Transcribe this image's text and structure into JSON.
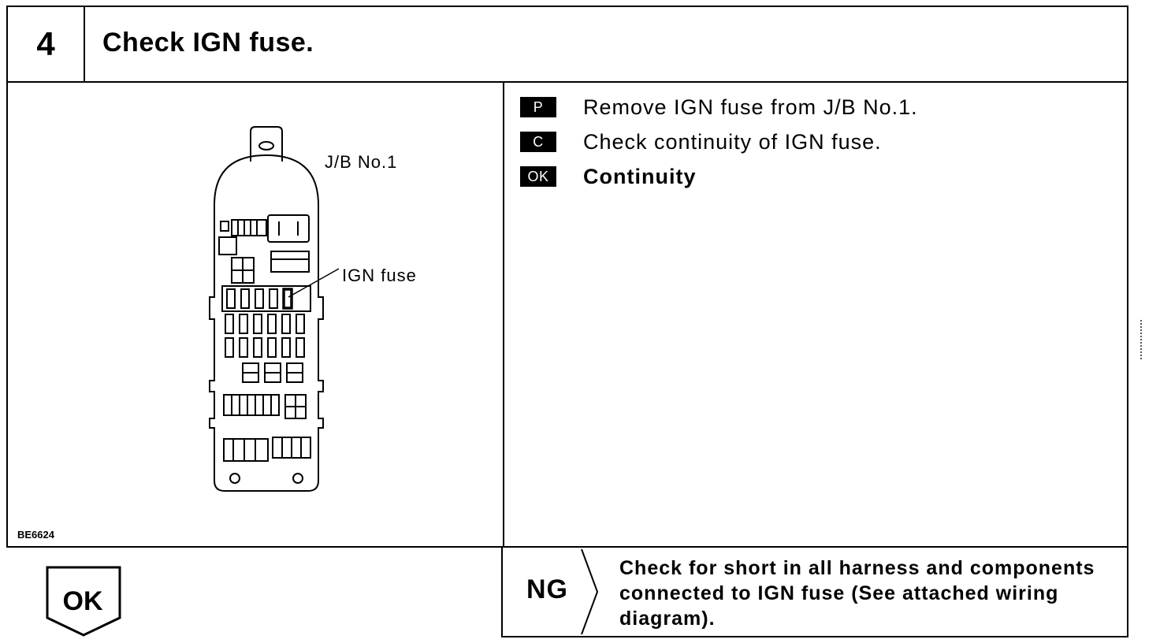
{
  "header": {
    "step_number": "4",
    "title": "Check IGN fuse."
  },
  "illustration": {
    "junction_block_label": "J/B No.1",
    "fuse_label": "IGN fuse",
    "figure_id": "BE6624"
  },
  "procedure": [
    {
      "badge": "P",
      "text": "Remove IGN fuse from J/B No.1.",
      "bold": false
    },
    {
      "badge": "C",
      "text": "Check continuity of IGN fuse.",
      "bold": false
    },
    {
      "badge": "OK",
      "text": "Continuity",
      "bold": true
    }
  ],
  "result_ok": {
    "label": "OK"
  },
  "result_ng": {
    "label": "NG",
    "description": "Check for short in all harness and components connected to IGN fuse (See attached wiring diagram)."
  }
}
